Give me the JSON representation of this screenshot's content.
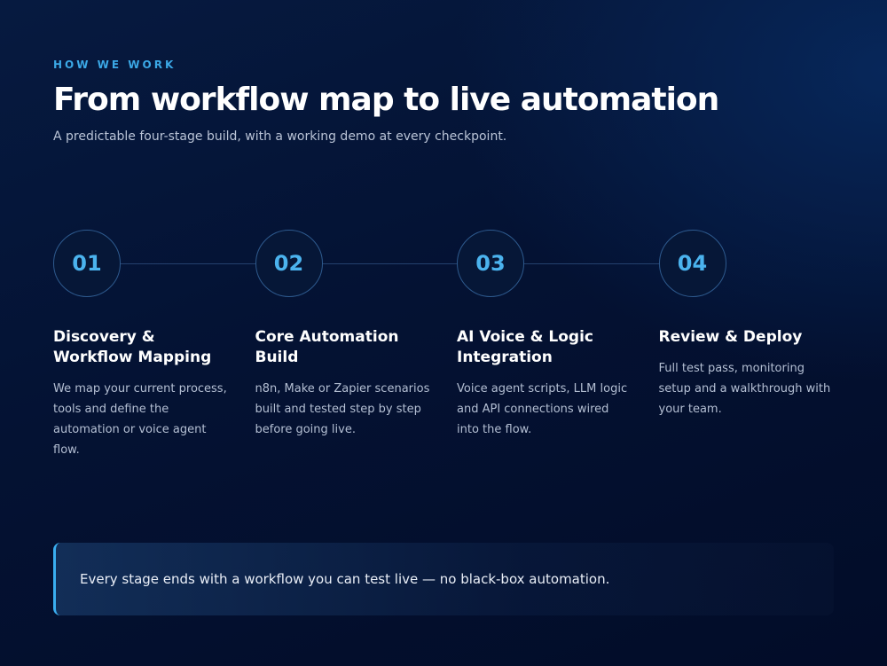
{
  "header": {
    "eyebrow": "HOW WE WORK",
    "title": "From workflow map to live automation",
    "subtitle": "A predictable four-stage build, with a working demo at every checkpoint."
  },
  "steps": [
    {
      "number": "01",
      "title": "Discovery & Workflow Mapping",
      "description": "We map your current process, tools and define the automation or voice agent flow."
    },
    {
      "number": "02",
      "title": "Core Automation Build",
      "description": "n8n, Make or Zapier scenarios built and tested step by step before going live."
    },
    {
      "number": "03",
      "title": "AI Voice & Logic Integration",
      "description": "Voice agent scripts, LLM logic and API connections wired into the flow."
    },
    {
      "number": "04",
      "title": "Review & Deploy",
      "description": "Full test pass, monitoring setup and a walkthrough with your team."
    }
  ],
  "callout": {
    "text": "Every stage ends with a workflow you can test live — no black-box automation."
  },
  "colors": {
    "accent": "#3ba8e6",
    "background": "#041233",
    "text": "#ffffff",
    "muted_text": "#b9c3d6"
  }
}
